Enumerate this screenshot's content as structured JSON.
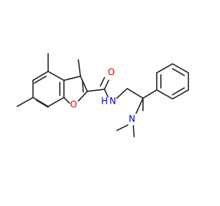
{
  "atoms": {
    "ring_oxygen": "O",
    "carbonyl_oxygen": "O",
    "amide_nitrogen": "N",
    "amide_hydrogen": "H",
    "amine_nitrogen": "N"
  },
  "colors": {
    "bond": "#262626",
    "oxygen": "#e60000",
    "nitrogen": "#0000e6",
    "background": "#ffffff"
  }
}
